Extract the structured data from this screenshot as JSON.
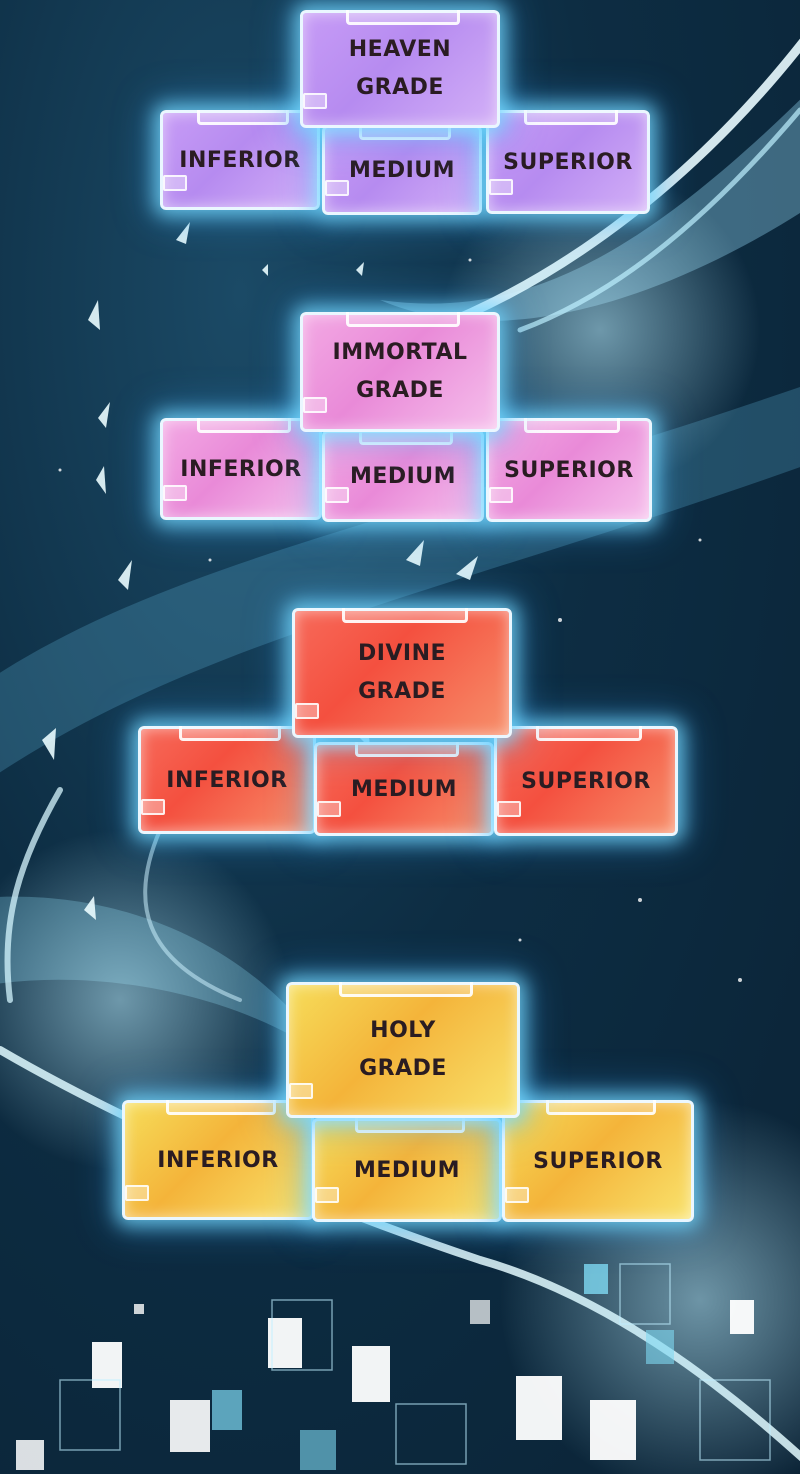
{
  "tiers": [
    {
      "grade_line1": "HEAVEN",
      "grade_line2": "GRADE",
      "levels": [
        "INFERIOR",
        "MEDIUM",
        "SUPERIOR"
      ],
      "color": "#c79cf6"
    },
    {
      "grade_line1": "IMMORTAL",
      "grade_line2": "GRADE",
      "levels": [
        "INFERIOR",
        "MEDIUM",
        "SUPERIOR"
      ],
      "color": "#f3a9e4"
    },
    {
      "grade_line1": "DIVINE",
      "grade_line2": "GRADE",
      "levels": [
        "INFERIOR",
        "MEDIUM",
        "SUPERIOR"
      ],
      "color": "#f76a5a"
    },
    {
      "grade_line1": "HOLY",
      "grade_line2": "GRADE",
      "levels": [
        "INFERIOR",
        "MEDIUM",
        "SUPERIOR"
      ],
      "color": "#f6dd5a"
    }
  ],
  "background_color": "#0d2d43",
  "glow_color": "#78dcff"
}
